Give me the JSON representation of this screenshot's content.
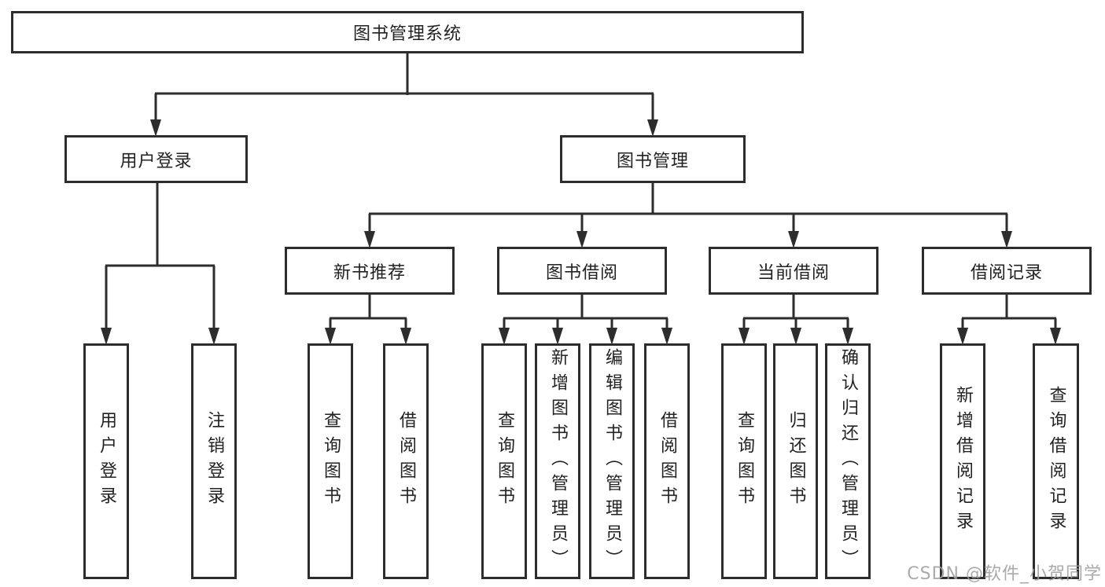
{
  "diagram": {
    "title": "图书管理系统",
    "branches": {
      "user_login": {
        "label": "用户登录",
        "children": [
          "用户登录",
          "注销登录"
        ]
      },
      "book_mgmt": {
        "label": "图书管理",
        "sections": [
          {
            "label": "新书推荐",
            "children": [
              "查询图书",
              "借阅图书"
            ]
          },
          {
            "label": "图书借阅",
            "children": [
              "查询图书",
              "新增图书（管理员）",
              "编辑图书（管理员）",
              "借阅图书"
            ]
          },
          {
            "label": "当前借阅",
            "children": [
              "查询图书",
              "归还图书",
              "确认归还（管理员）"
            ]
          },
          {
            "label": "借阅记录",
            "children": [
              "新增借阅记录",
              "查询借阅记录"
            ]
          }
        ]
      }
    }
  },
  "watermark": {
    "text": "CSDN @软件_小贺同学"
  },
  "colors": {
    "line": "#2d2d2d",
    "box_border": "#2d2d2d",
    "text": "#222222",
    "watermark": "#9e9e9e",
    "background": "#ffffff"
  }
}
